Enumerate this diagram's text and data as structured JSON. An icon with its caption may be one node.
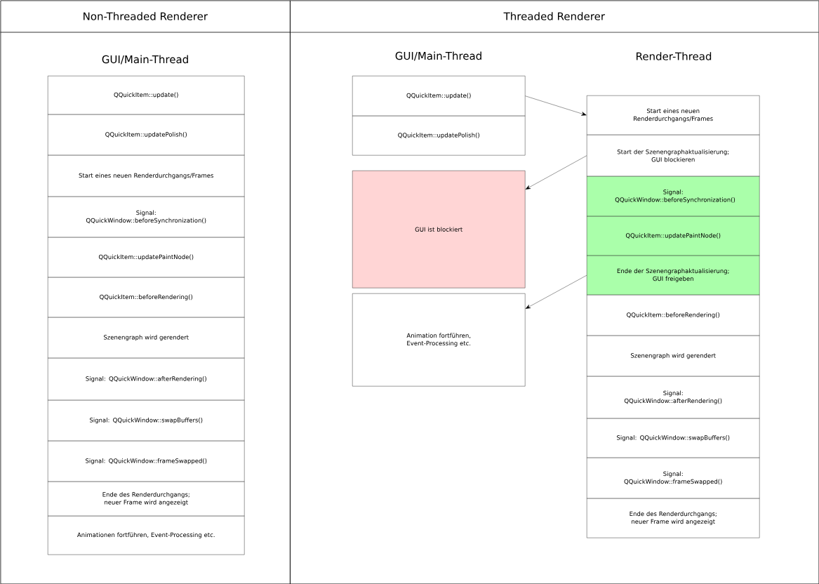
{
  "diagram": {
    "nodes": [
      {
        "text": [
          "Non-Threaded Renderer"
        ]
      },
      {
        "text": [
          "QQuickItem::update()"
        ],
        "in": 0
      },
      {
        "text": [
          "QQuickItem::updatePolish()"
        ],
        "in": 0
      },
      {
        "text": [
          "Start eines neuen Renderdurchgangs/Frames"
        ],
        "in": 0
      },
      {
        "text": [
          "Signal: QQuickWindow::beforeSynchronization()"
        ],
        "in": 0
      },
      {
        "text": [
          "QQuickItem::updatePaintNode()"
        ],
        "in": 0
      },
      {
        "text": [
          "QQuickItem::beforeRendering()"
        ],
        "in": 0
      },
      {
        "text": [
          "Szenengraph wird gerendert"
        ],
        "in": 0
      },
      {
        "text": [
          "Signal: QQuickWindow::afterRendering()"
        ],
        "in": 0
      },
      {
        "text": [
          "Signal: QQuickWindow::swapBuffers()"
        ],
        "in": 0
      },
      {
        "text": [
          "Signal: QQuickWindow::frameSwapped()"
        ],
        "in": 0
      },
      {
        "text": [
          "Ende des Renderdurchgangs; neuer Frame wird angezeigt"
        ],
        "in": 0
      },
      {
        "text": [
          "Animationen fortführen, Event-Processing etc."
        ],
        "in": 0
      },
      {
        "text": [
          "Threaded Renderer"
        ]
      },
      {
        "text": [
          "QQuickItem::update()"
        ],
        "in": 13
      },
      {
        "text": [
          "QQuickItem::updatePolish()"
        ],
        "in": 13
      },
      {
        "text": [
          "GUI ist blockiert"
        ],
        "in": 13
      },
      {
        "text": [
          "Animation fortführen, Event-Processing etc."
        ],
        "in": 13
      },
      {
        "text": [
          "Start eines neuen Renderdurchgangs/Frames"
        ],
        "in": 13
      },
      {
        "text": [
          "Start der Szenengraphaktualisierung; GUI blockieren"
        ],
        "in": 13
      },
      {
        "text": [
          "Signal: QQuickWindow::beforeSynchronization()"
        ],
        "in": 13
      },
      {
        "text": [
          "QQuickItem::updatePaintNode()"
        ],
        "in": 13
      },
      {
        "text": [
          "Ende der Szenengraphaktualisierung; GUI freigeben"
        ],
        "in": 13
      },
      {
        "text": [
          "QQuickItem::beforeRendering()"
        ],
        "in": 13
      },
      {
        "text": [
          "Szenengraph wird gerendert"
        ],
        "in": 13
      },
      {
        "text": [
          "Signal: QQuickWindow::afterRendering()"
        ],
        "in": 13
      },
      {
        "text": [
          "Signal: QQuickWindow::swapBuffers()"
        ],
        "in": 13
      },
      {
        "text": [
          "Signal: QQuickWindow::frameSwapped()"
        ],
        "in": 13
      },
      {
        "text": [
          "Ende des Renderdurchgangs; neuer Frame wird angezeigt"
        ],
        "in": 13
      }
    ],
    "edges": [
      {
        "from": 14,
        "to": 18,
        "arrow": "to"
      },
      {
        "from": 19,
        "to": 16,
        "arrow": "to"
      },
      {
        "from": 22,
        "to": 17,
        "arrow": "to"
      }
    ],
    "labels": [
      "GUI/Main-Thread",
      "GUI/Main-Thread",
      "Render-Thread"
    ]
  }
}
